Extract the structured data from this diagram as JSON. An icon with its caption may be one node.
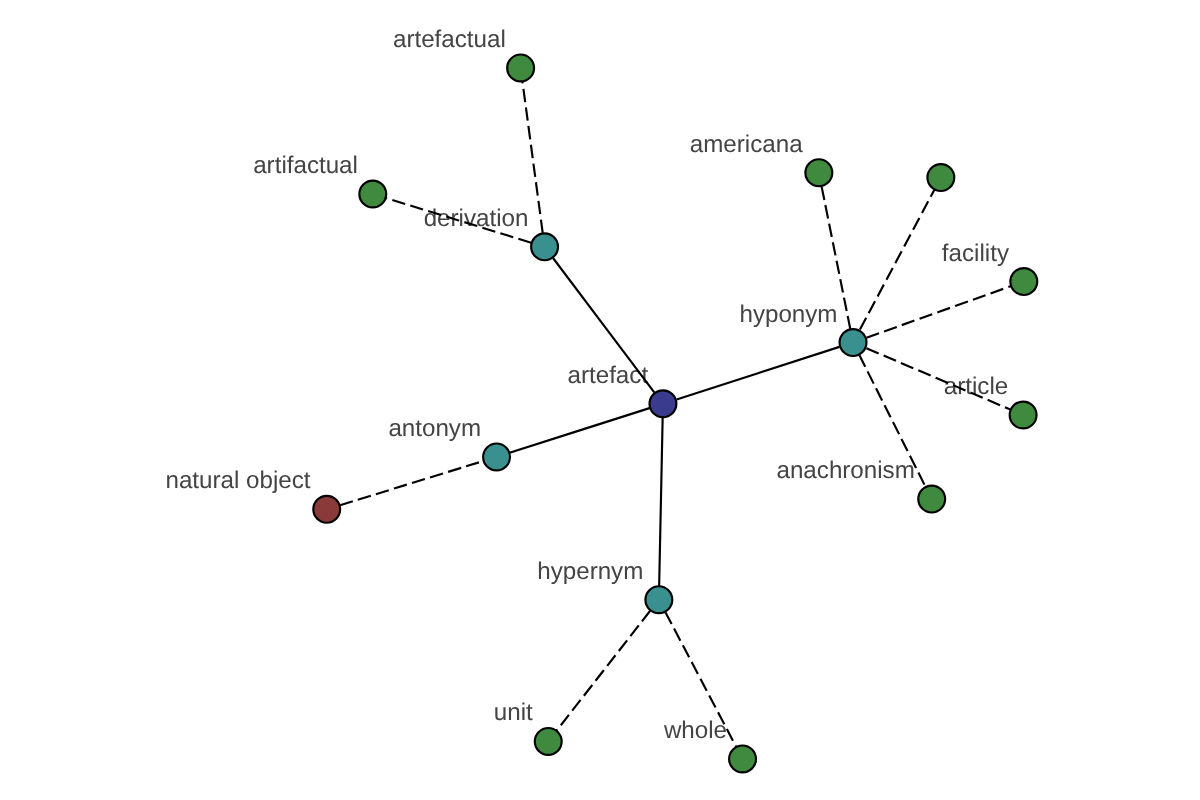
{
  "diagram": {
    "nodes": [
      {
        "text": [
          "natural object"
        ]
      },
      {
        "text": [
          "antonym"
        ]
      },
      {
        "text": [
          "artefact"
        ]
      },
      {
        "text": [
          "derivation"
        ]
      },
      {
        "text": [
          "artefactual"
        ]
      },
      {
        "text": [
          "artifactual"
        ]
      },
      {
        "text": [
          "hypernym"
        ]
      },
      {
        "text": [
          "whole"
        ]
      },
      {
        "text": [
          "unit"
        ]
      },
      {
        "text": [
          "hyponym"
        ]
      },
      {
        "text": [
          "anachronism"
        ]
      },
      {
        "text": [
          "americana"
        ]
      },
      {
        "text": [
          "article"
        ]
      },
      {
        "text": [
          "facility"
        ]
      },
      {
        "text": [],
        "shape": "circle"
      }
    ],
    "edges": [
      {
        "from": 0,
        "to": 1,
        "arrow": "none",
        "style": "dashed"
      },
      {
        "from": 1,
        "to": 2,
        "arrow": "none"
      },
      {
        "from": 2,
        "to": 3,
        "arrow": "none"
      },
      {
        "from": 3,
        "to": 4,
        "arrow": "none",
        "style": "dashed"
      },
      {
        "from": 3,
        "to": 5,
        "arrow": "none",
        "style": "dashed"
      },
      {
        "from": 2,
        "to": 6,
        "arrow": "none"
      },
      {
        "from": 6,
        "to": 7,
        "arrow": "none",
        "style": "dashed"
      },
      {
        "from": 6,
        "to": 8,
        "arrow": "none",
        "style": "dashed"
      },
      {
        "from": 2,
        "to": 9,
        "arrow": "none"
      },
      {
        "from": 9,
        "to": 10,
        "arrow": "none",
        "style": "dashed"
      },
      {
        "from": 9,
        "to": 11,
        "arrow": "none",
        "style": "dashed"
      },
      {
        "from": 9,
        "to": 12,
        "arrow": "none",
        "style": "dashed"
      },
      {
        "from": 9,
        "to": 13,
        "arrow": "none",
        "style": "dashed"
      },
      {
        "from": 9,
        "to": 14,
        "arrow": "none",
        "style": "dashed"
      }
    ]
  }
}
